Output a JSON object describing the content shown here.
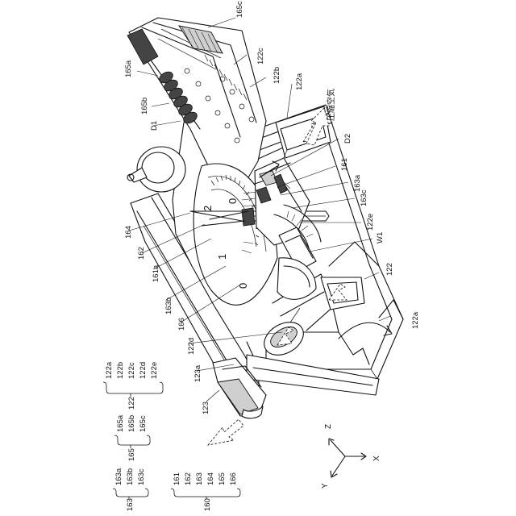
{
  "labels": {
    "l165c": "165c",
    "l122c": "122c",
    "l165a": "165a",
    "l122b": "122b",
    "l122a_top": "122a",
    "l165b": "165b",
    "l_air": "圧縮空気",
    "l_d1": "D1",
    "l_d2": "D2",
    "l161": "161",
    "l163a": "163a",
    "l164": "164",
    "l163c": "163c",
    "l122e": "122e",
    "l162": "162",
    "l_w1": "W1",
    "l161a": "161a",
    "l122": "122",
    "l163b": "163b",
    "l166": "166",
    "l122a_bot": "122a",
    "l122d": "122d",
    "l123a": "123a",
    "l123": "123"
  },
  "legend": {
    "g122": {
      "parent": "122",
      "items": [
        "122a",
        "122b",
        "122c",
        "122d",
        "122e"
      ]
    },
    "g165": {
      "parent": "165",
      "items": [
        "165a",
        "165b",
        "165c"
      ]
    },
    "g163": {
      "parent": "163",
      "items": [
        "163a",
        "163b",
        "163c"
      ]
    },
    "g160": {
      "parent": "160",
      "items": [
        "161",
        "162",
        "163",
        "164",
        "165",
        "166"
      ]
    }
  },
  "axes": {
    "z": "Z",
    "x": "X",
    "y": "Y"
  },
  "dial_numbers": [
    "2",
    "0",
    "1",
    "0"
  ]
}
